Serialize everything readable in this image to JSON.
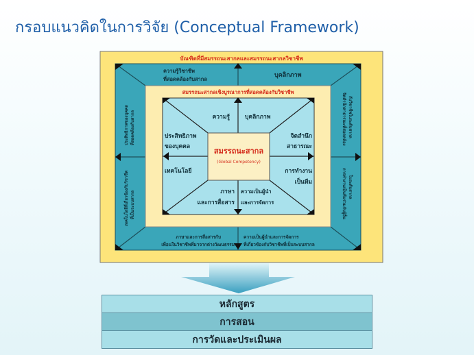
{
  "slide": {
    "title": "กรอบแนวคิดในการวิจัย (Conceptual Framework)"
  },
  "diagram": {
    "outer_banner": "บัณฑิตที่มีสมรรถนะสากลและสมรรถนะสากลวิชาชีพ",
    "inner_banner": "สมรรถนะสากลเชิงบูรณาการที่สอดคล้องกับวิชาชีพ",
    "outer": {
      "top_left": [
        "ความรู้วิชาชีพ",
        "ที่สอดคล้องกับสากล"
      ],
      "top_right": "บุคลิกภาพ",
      "left_top": [
        "ประสิทธิภาพของบุคคล",
        "ที่สอดคล้องกับสากล"
      ],
      "left_bottom": [
        "เทคโนโลยีที่เกี่ยวข้องกับวิชาชีพ",
        "ที่เป็นระบบสากล"
      ],
      "right_top": [
        "จิตสำนึกสาธารณะที่สอดคล้อง",
        "กับวิชาชีพในระดับสากล"
      ],
      "right_bottom": [
        "การทำงานเป็นทีมร่วมกับผู้อื่น",
        "ในระดับสากล"
      ],
      "bottom_left": [
        "ภาษาและการสื่อสารกับ",
        "เพื่อนในวิชาชีพที่มาจากต่างวัฒนธรรม"
      ],
      "bottom_right": [
        "ความเป็นผู้นำและการจัดการ",
        "ที่เกี่ยวข้องกับวิชาชีพที่เป็นระบบสากล"
      ]
    },
    "inner": {
      "top_left": "ความรู้",
      "top_right": "บุคลิกภาพ",
      "left_top": [
        "ประสิทธิภาพ",
        "ของบุคคล"
      ],
      "left_bottom": "เทคโนโลยี",
      "right_top": [
        "จิตสำนึก",
        "สาธารณะ"
      ],
      "right_bottom": [
        "การทำงาน",
        "เป็นทีม"
      ],
      "bottom_left": [
        "ภาษา",
        "และการสื่อสาร"
      ],
      "bottom_right": [
        "ความเป็นผู้นำ",
        "และการจัดการ"
      ]
    },
    "center": {
      "title": "สมรรถนะสากล",
      "subtitle": "(Global Competency)"
    }
  },
  "outcomes": [
    "หลักสูตร",
    "การสอน",
    "การวัดและประเมินผล"
  ]
}
